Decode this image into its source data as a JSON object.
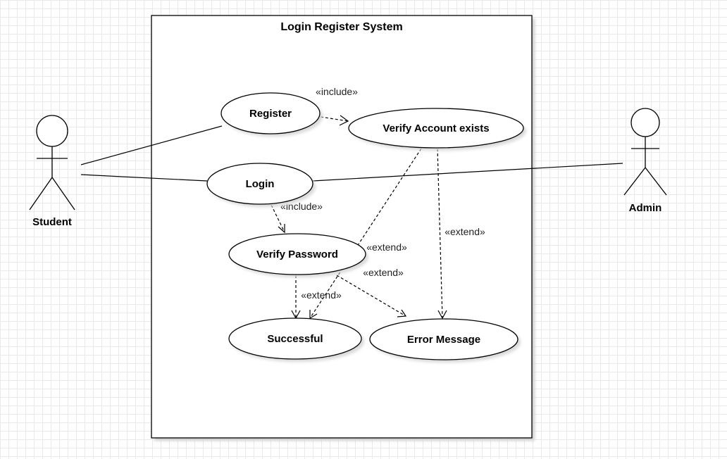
{
  "system": {
    "title": "Login Register System"
  },
  "actors": {
    "student": "Student",
    "admin": "Admin"
  },
  "use_cases": {
    "register": "Register",
    "verify_account": "Verify Account exists",
    "login": "Login",
    "verify_password": "Verify Password",
    "successful": "Successful",
    "error_message": "Error Message"
  },
  "relationships": {
    "register_verify_account": "«include»",
    "login_verify_password": "«include»",
    "verify_account_error": "«extend»",
    "verify_account_successful": "«extend»",
    "verify_password_error": "«extend»",
    "verify_password_successful": "«extend»"
  }
}
